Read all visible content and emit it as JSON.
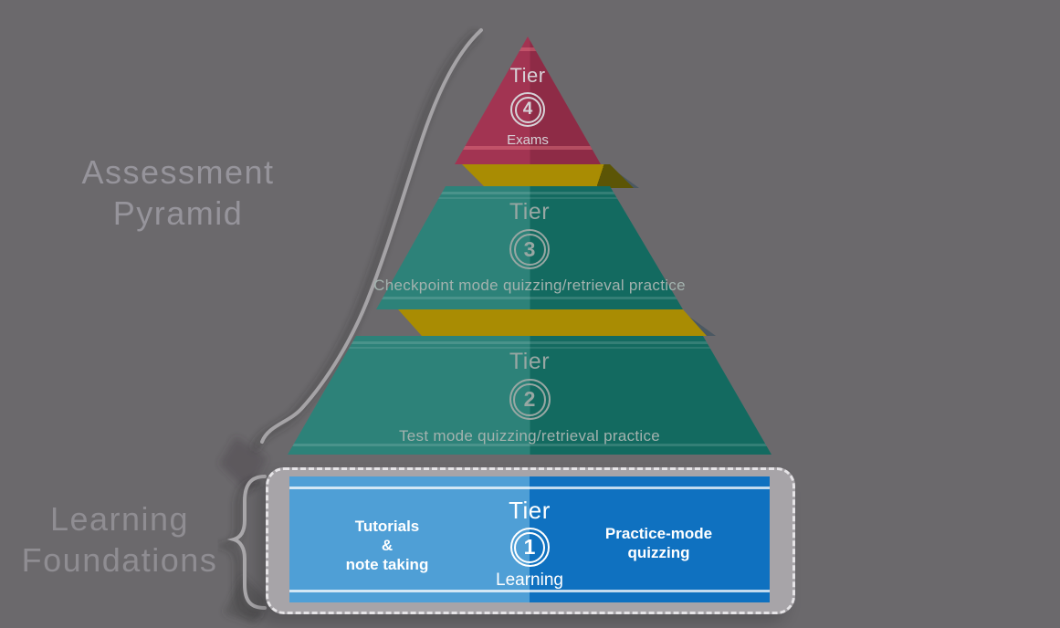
{
  "title_left": {
    "line1": "Assessment",
    "line2": "Pyramid"
  },
  "foundations_label": {
    "line1": "Learning",
    "line2": "Foundations"
  },
  "tiers": {
    "t4": {
      "word": "Tier",
      "number": "4",
      "label": "Exams"
    },
    "t3": {
      "word": "Tier",
      "number": "3",
      "desc": "Checkpoint mode quizzing/retrieval practice"
    },
    "t2": {
      "word": "Tier",
      "number": "2",
      "desc": "Test mode quizzing/retrieval practice"
    },
    "t1": {
      "word": "Tier",
      "number": "1",
      "label": "Learning",
      "left": {
        "line1": "Tutorials",
        "line2": "&",
        "line3": "note taking"
      },
      "right": {
        "line1": "Practice-mode",
        "line2": "quizzing"
      }
    }
  },
  "colors": {
    "bg": "#6b696c",
    "t4l": "#a23452",
    "t4r": "#8e2b46",
    "teall": "#2d8279",
    "tealr": "#136a60",
    "gold": "#a98c03",
    "olive": "#5c5506",
    "slate": "#4b5862",
    "bluel": "#4f9fd6",
    "bluer": "#0f71c0",
    "box": "#a7a4a8",
    "labelgray": "#96949b",
    "curve": "#a5a3a6"
  }
}
